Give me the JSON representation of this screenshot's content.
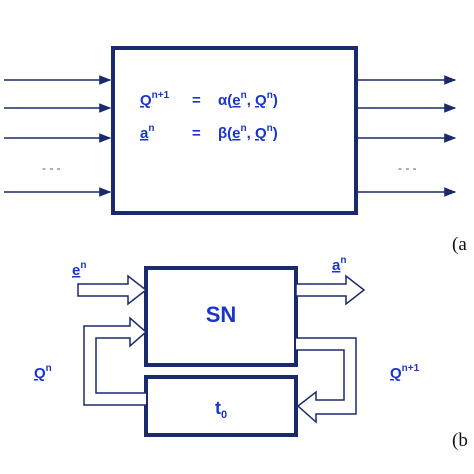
{
  "panel_a": {
    "equations": [
      {
        "lhs": "Q",
        "lhs_sup": "n+1",
        "op": "=",
        "func": "α",
        "args": [
          "e",
          "n",
          "Q",
          "n"
        ]
      },
      {
        "lhs": "a",
        "lhs_sup": "n",
        "op": "=",
        "func": "β",
        "args": [
          "e",
          "n",
          "Q",
          "n"
        ]
      }
    ],
    "left_ellipsis": "- - -",
    "right_ellipsis": "- - -",
    "label": "(a"
  },
  "panel_b": {
    "input": {
      "base": "e",
      "sup": "n"
    },
    "output": {
      "base": "a",
      "sup": "n"
    },
    "state_in": {
      "base": "Q",
      "sup": "n"
    },
    "state_out": {
      "base": "Q",
      "sup": "n+1"
    },
    "main_block": "SN",
    "delay_block": {
      "base": "t",
      "sub": "0"
    },
    "label": "(b"
  },
  "colors": {
    "text": "#1a35c9",
    "box": "#1a2a6c",
    "arrow": "#1a2a6c"
  }
}
